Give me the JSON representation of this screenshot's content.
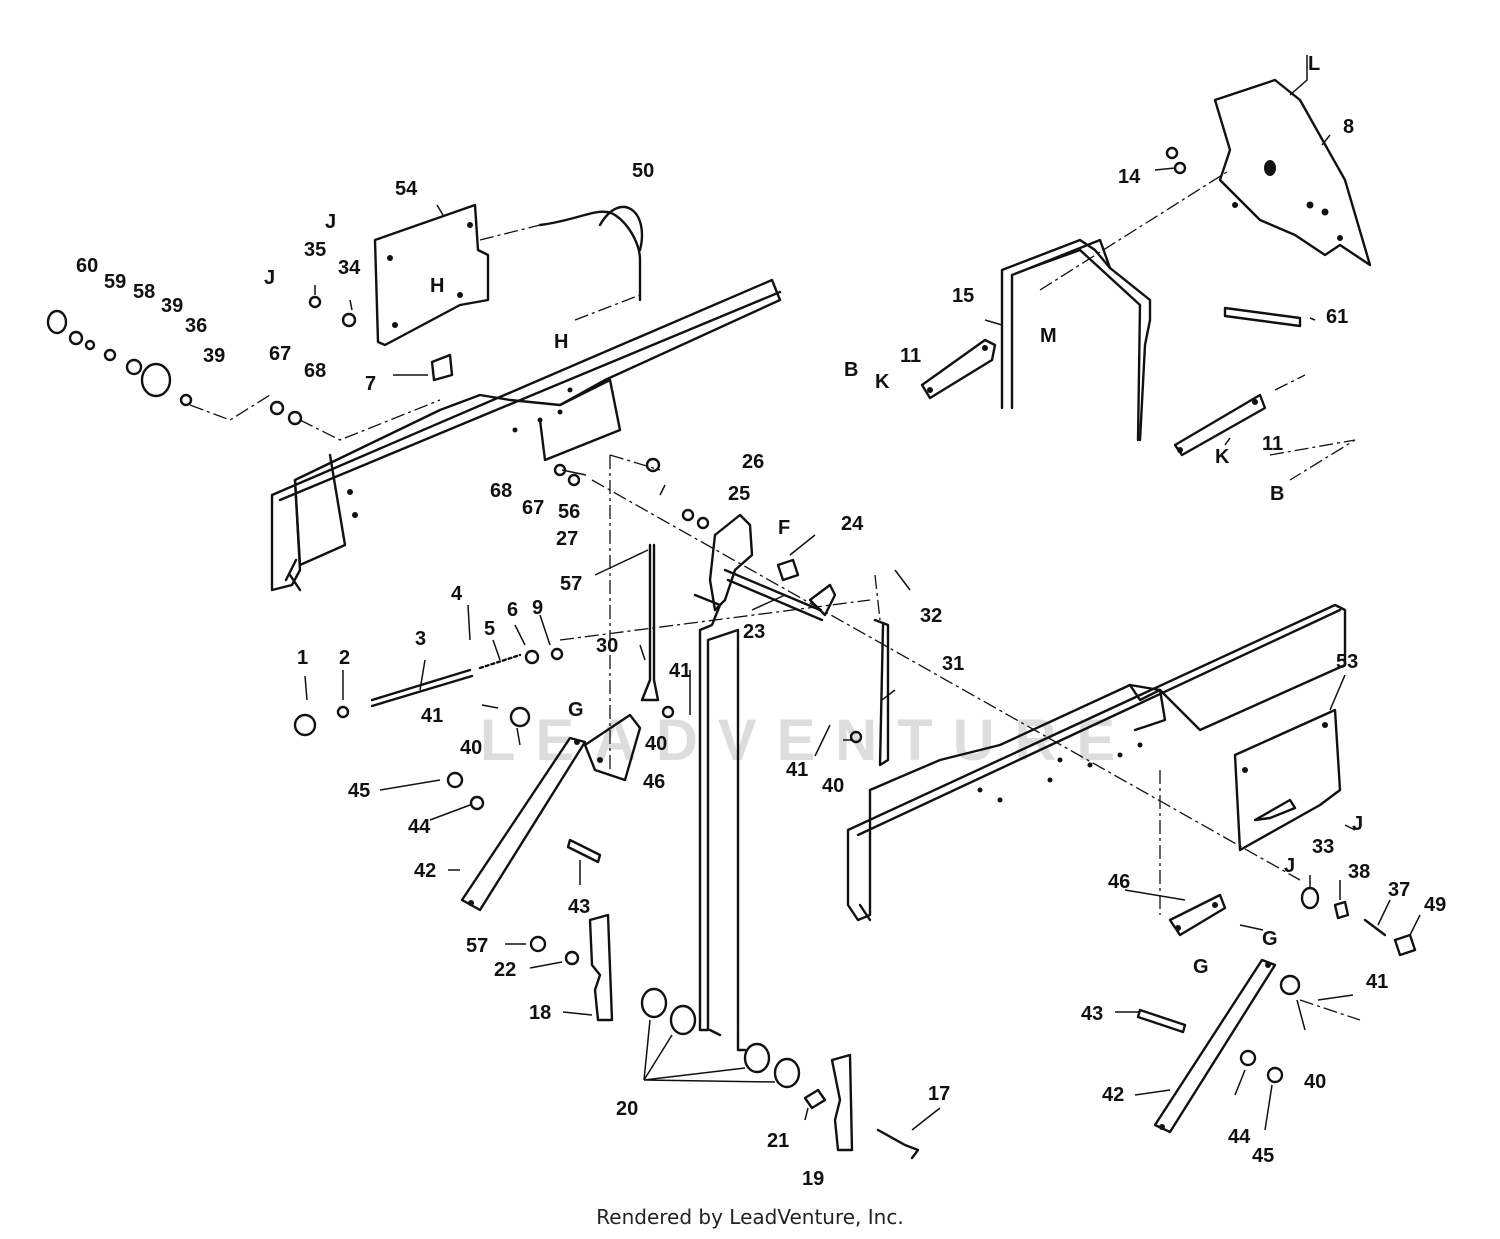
{
  "watermark": "LEADVENTURE",
  "footer": "Rendered by LeadVenture, Inc.",
  "part_numbers": [
    "60",
    "59",
    "58",
    "39",
    "36",
    "39",
    "67",
    "68",
    "7",
    "54",
    "35",
    "34",
    "50",
    "68",
    "67",
    "56",
    "27",
    "26",
    "25",
    "24",
    "57",
    "23",
    "32",
    "30",
    "4",
    "5",
    "6",
    "9",
    "3",
    "1",
    "2",
    "41",
    "40",
    "41",
    "40",
    "45",
    "44",
    "42",
    "43",
    "46",
    "31",
    "41",
    "40",
    "53",
    "57",
    "22",
    "18",
    "20",
    "21",
    "19",
    "17",
    "15",
    "11",
    "61",
    "14",
    "8",
    "11",
    "33",
    "38",
    "37",
    "49",
    "46",
    "43",
    "42",
    "44",
    "45",
    "40",
    "41"
  ],
  "reference_letters": [
    "L",
    "M",
    "B",
    "K",
    "K",
    "B",
    "J",
    "J",
    "H",
    "H",
    "F",
    "G",
    "J",
    "J",
    "G",
    "G"
  ]
}
